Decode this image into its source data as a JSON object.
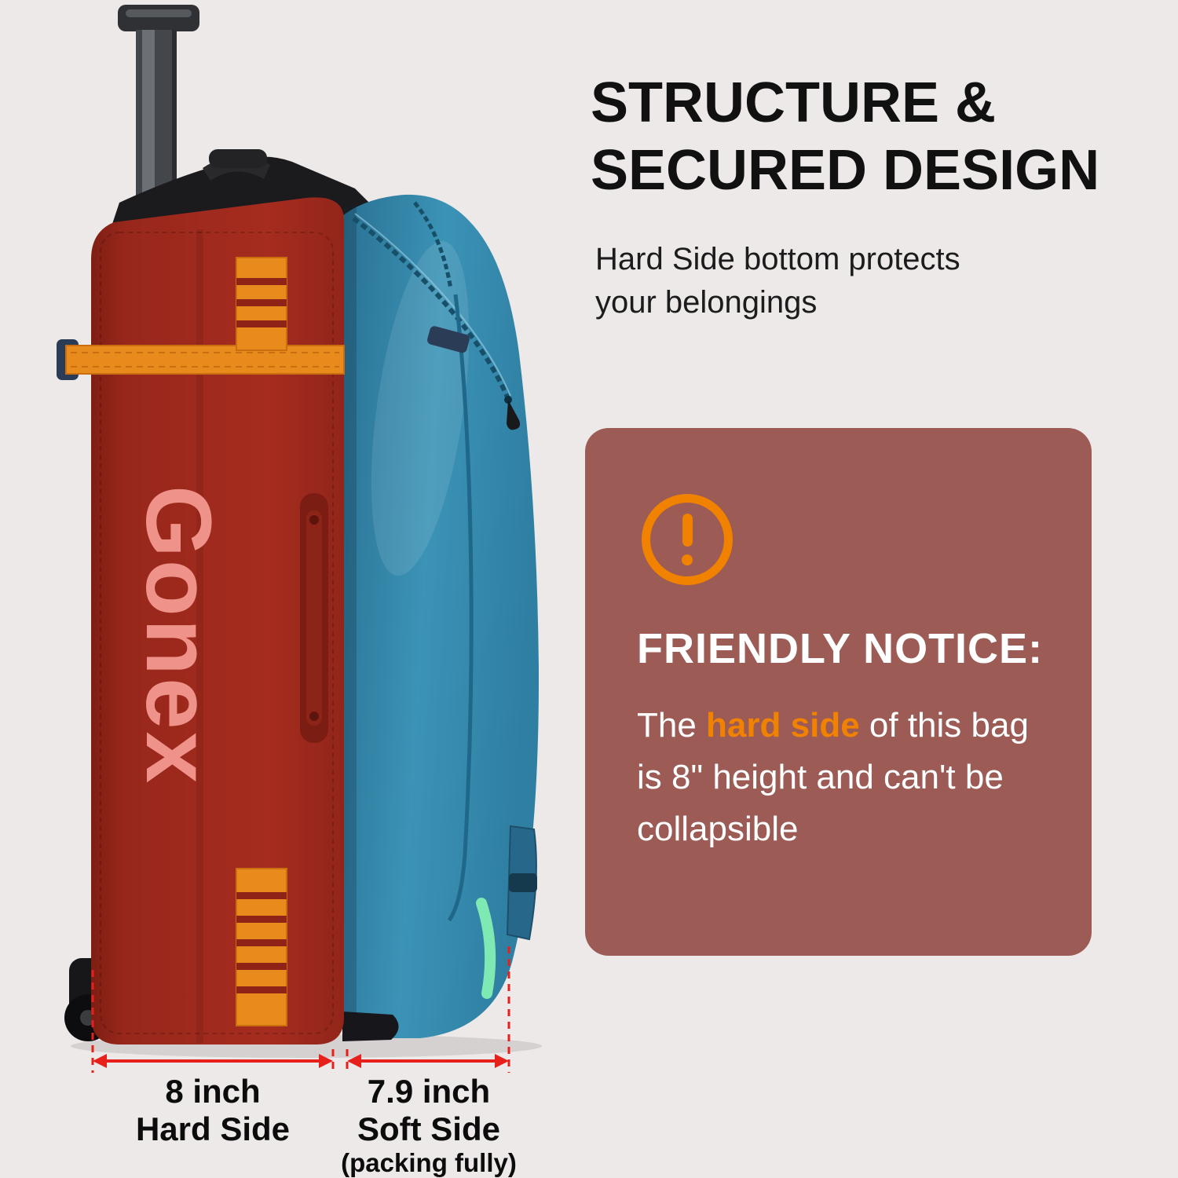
{
  "colors": {
    "page-bg": "#ece9e8",
    "title-color": "#111111",
    "accent-orange": "#f08200",
    "notice-bg": "#9d5b55",
    "notice-text": "#ffffff",
    "measure-red": "#e8201c",
    "hard-red": "#9e2a1e",
    "soft-blue": "#2e81a4",
    "brand-pink": "#ef938a",
    "strap-orange": "#e98a1d"
  },
  "header": {
    "title_line1": "STRUCTURE &",
    "title_line2": "SECURED DESIGN",
    "subtitle_line1": "Hard Side bottom protects",
    "subtitle_line2": "your belongings"
  },
  "notice": {
    "icon": "exclamation-circle-icon",
    "heading": "FRIENDLY NOTICE:",
    "body_prefix": "The ",
    "body_highlight": "hard side",
    "body_suffix": " of this bag is 8\" height and can't be collapsible"
  },
  "product": {
    "brand": "Gonex",
    "hard_side_color": "#9e2a1e",
    "soft_side_color": "#2e81a4"
  },
  "measurements": {
    "hard": {
      "value": "8 inch",
      "label": "Hard Side"
    },
    "soft": {
      "value": "7.9 inch",
      "label": "Soft Side",
      "note": "(packing fully)"
    }
  }
}
